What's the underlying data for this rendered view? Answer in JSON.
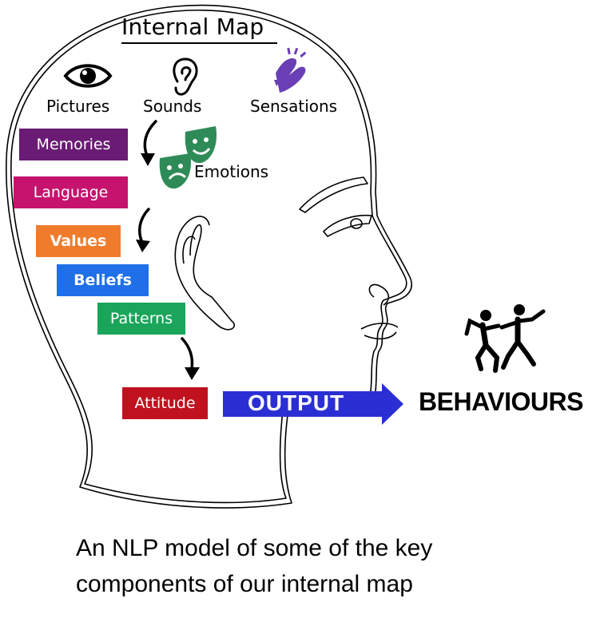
{
  "title": "Internal Map",
  "senses": [
    {
      "label": "Pictures",
      "icon": "eye-icon"
    },
    {
      "label": "Sounds",
      "icon": "ear-icon"
    },
    {
      "label": "Sensations",
      "icon": "hands-icon"
    }
  ],
  "filters": [
    {
      "label": "Memories",
      "color": "#6a1b73"
    },
    {
      "label": "Language",
      "color": "#c5136e"
    },
    {
      "label": "Values",
      "color": "#f07c2b"
    },
    {
      "label": "Beliefs",
      "color": "#1f6fe8"
    },
    {
      "label": "Patterns",
      "color": "#1aa55a"
    },
    {
      "label": "Attitude",
      "color": "#c0121e"
    }
  ],
  "emotions": {
    "label": "Emotions",
    "icon": "theatre-masks-icon",
    "color": "#2e8b57"
  },
  "output": {
    "label": "OUTPUT",
    "color": "#2b2fd3"
  },
  "behaviours": {
    "label": "BEHAVIOURS",
    "icon": "dancing-people-icon"
  },
  "caption": {
    "line1": "An NLP model of some of the key",
    "line2": "components of our internal map"
  }
}
